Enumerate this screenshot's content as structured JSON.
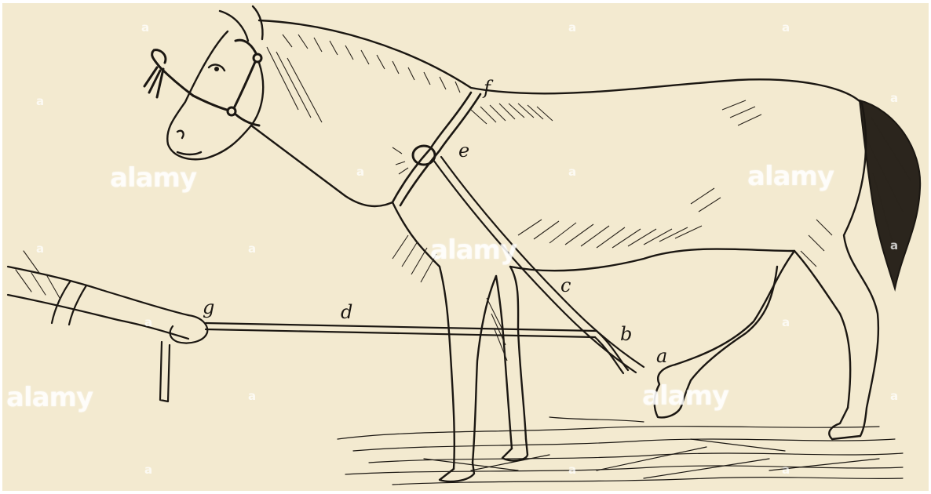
{
  "illustration": {
    "subject": "horse",
    "labels": {
      "a": "a",
      "b": "b",
      "c": "c",
      "d": "d",
      "e": "e",
      "f": "f",
      "g": "g"
    },
    "colors": {
      "paper": "#f3ead0",
      "ink": "#1b1712"
    }
  },
  "watermark": {
    "brand": "alamy",
    "mark": "a"
  }
}
